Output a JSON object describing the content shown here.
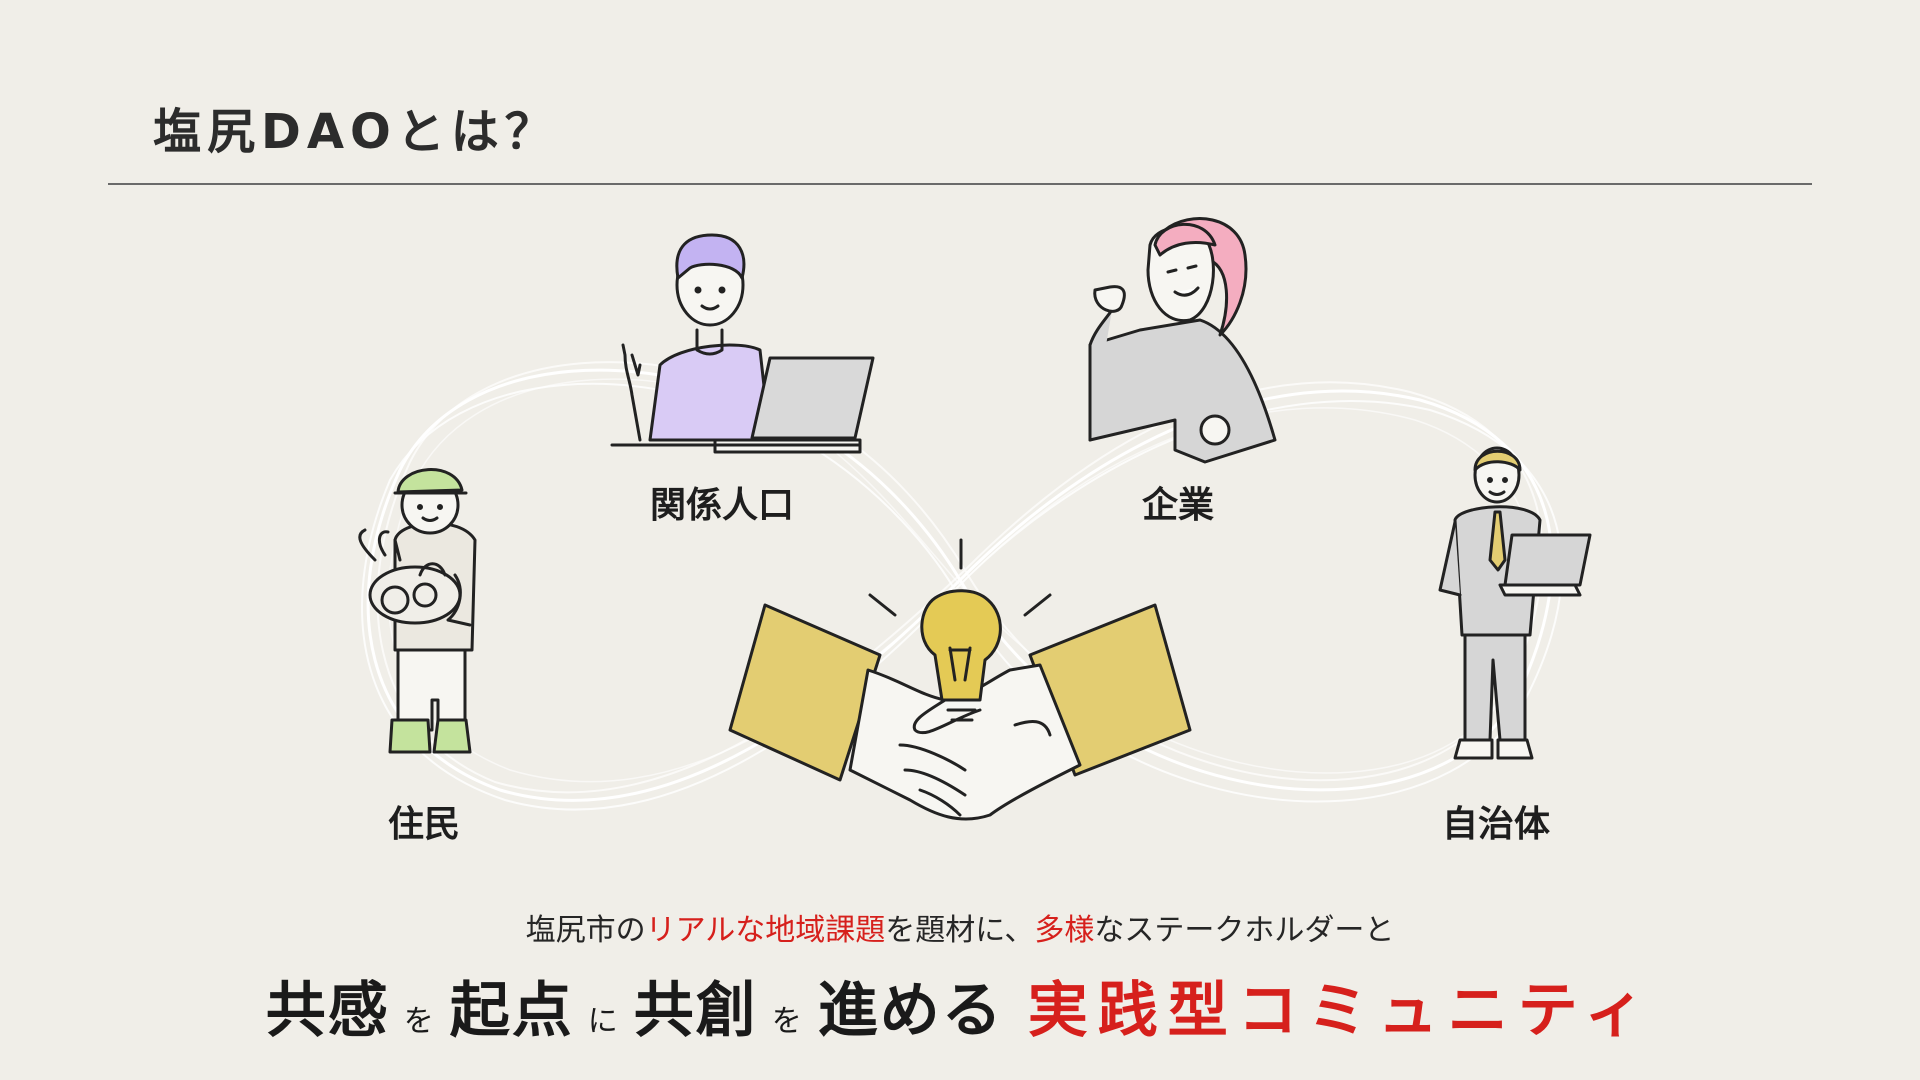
{
  "title": "塩尻DAOとは？",
  "roles": {
    "kankei": "関係人口",
    "kigyo": "企業",
    "jumin": "住民",
    "jichitai": "自治体"
  },
  "subtitle": {
    "p1": "塩尻市の",
    "p2": "リアルな地域課題",
    "p3": "を題材に、",
    "p4": "多様",
    "p5": "なステークホルダーと"
  },
  "tagline": {
    "w1": "共感",
    "p1": "を",
    "w2": "起点",
    "p2": "に",
    "w3": "共創",
    "p3": "を",
    "w4": "進める",
    "w5": "実践型コミュニティ"
  },
  "colors": {
    "accent": "#d6201c",
    "sleeve": "#e3cd72",
    "bulb": "#e4ca55",
    "shirt_purple": "#d9cbf5",
    "hair_purple": "#c3b3f2",
    "hair_pink": "#f4adc0",
    "suit_gray": "#d6d6d6"
  }
}
